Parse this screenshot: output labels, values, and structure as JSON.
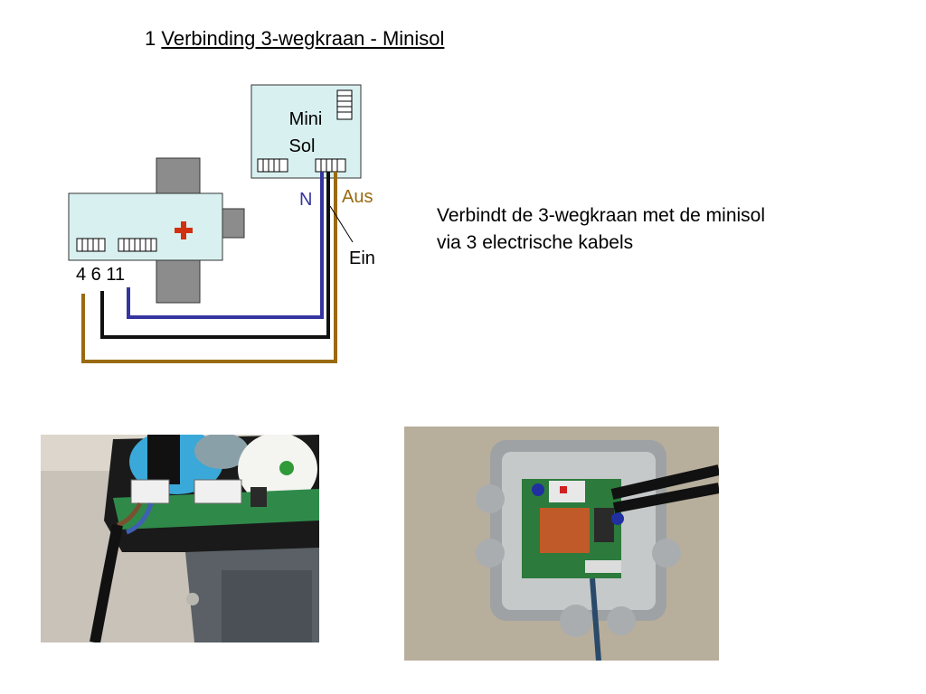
{
  "slide": {
    "number": "1",
    "title": "Verbinding 3-wegkraan - Minisol"
  },
  "diagram": {
    "minisol_label_line1": "Mini",
    "minisol_label_line2": "Sol",
    "wire_n_label": "N",
    "wire_aus_label": "Aus",
    "wire_ein_label": "Ein",
    "terminal_labels": "4 6 11",
    "colors": {
      "wire_n": "#3535a0",
      "wire_aus": "#9a6a10",
      "wire_ein": "#111111",
      "box_fill": "#d9f0f0",
      "valve_body": "#8c8c8c",
      "cross": "#d03010"
    }
  },
  "description": {
    "line1": "Verbindt de 3-wegkraan met de minisol",
    "line2": "via 3 electrische kabels"
  },
  "photos": [
    {
      "subject": "valve-actuator-terminal-photo"
    },
    {
      "subject": "minisol-junction-box-photo"
    }
  ]
}
